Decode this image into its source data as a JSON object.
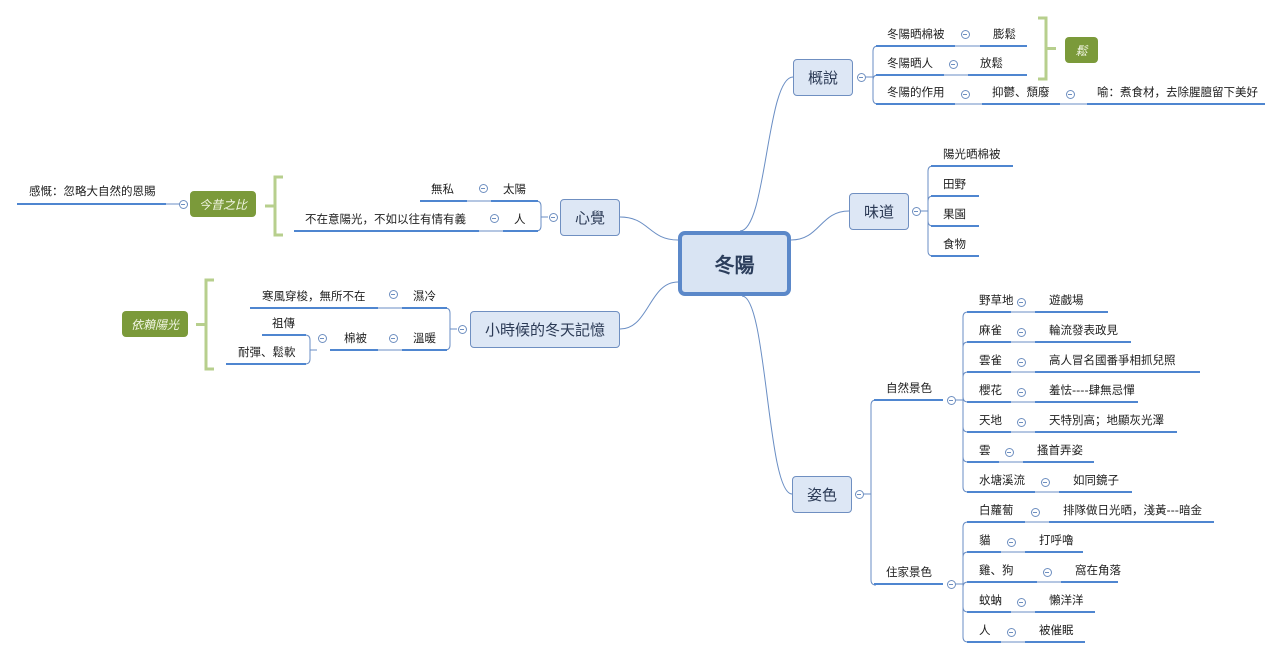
{
  "colors": {
    "connector": "#6a8ec4",
    "underline": "#4f86d0",
    "bracket": "#b7cf8d",
    "summary_tag": "#7b9a3a",
    "topic_fill": "#dde7f5",
    "central_border": "#5b88c9"
  },
  "central": "冬陽",
  "topics": {
    "overview": "概說",
    "taste": "味道",
    "scenery": "姿色",
    "childhood": "小時候的冬天記憶",
    "feeling": "心覺"
  },
  "overview": {
    "r1": {
      "left": "冬陽晒棉被",
      "right": "膨鬆"
    },
    "r2": {
      "left": "冬陽晒人",
      "right": "放鬆"
    },
    "r3": {
      "left": "冬陽的作用",
      "mid": "抑鬱、頹廢",
      "right": "喻：煮食材，去除腥膻留下美好"
    },
    "summary": "鬆"
  },
  "taste": {
    "items": [
      "陽光晒棉被",
      "田野",
      "果園",
      "食物"
    ]
  },
  "scenery": {
    "natural": {
      "label": "自然景色",
      "items": [
        {
          "left": "野草地",
          "right": "遊戲場"
        },
        {
          "left": "麻雀",
          "right": "輪流發表政見"
        },
        {
          "left": "雲雀",
          "right": "高人冒名國番爭相抓兒照"
        },
        {
          "left": "櫻花",
          "right": "羞怯----肆無忌憚"
        },
        {
          "left": "天地",
          "right": "天特別高；地顯灰光澤"
        },
        {
          "left": "雲",
          "right": "搔首弄姿"
        },
        {
          "left": "水塘溪流",
          "right": "如同鏡子"
        }
      ]
    },
    "home": {
      "label": "住家景色",
      "items": [
        {
          "left": "白蘿蔔",
          "right": "排隊做日光晒，淺黃---暗金"
        },
        {
          "left": "貓",
          "right": "打呼嚕"
        },
        {
          "left": "雞、狗",
          "right": "窩在角落"
        },
        {
          "left": "蚊蚋",
          "right": "懶洋洋"
        },
        {
          "left": "人",
          "right": "被催眠"
        }
      ]
    }
  },
  "childhood": {
    "r1": {
      "left": "寒風穿梭，無所不在",
      "right": "濕冷"
    },
    "r2": {
      "right": "溫暖",
      "mid": "棉被",
      "top": "祖傳",
      "bottom": "耐彈、鬆軟"
    },
    "summary": "依賴陽光"
  },
  "feeling": {
    "r1": {
      "left": "無私",
      "right": "太陽"
    },
    "r2": {
      "left": "不在意陽光，不如以往有情有義",
      "right": "人"
    },
    "summary": "今昔之比",
    "comment": "感慨：忽略大自然的恩賜"
  }
}
